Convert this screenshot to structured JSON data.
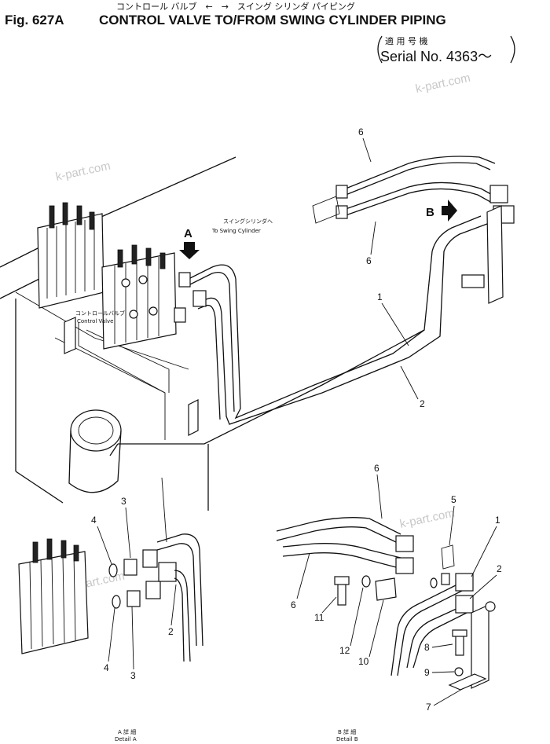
{
  "header": {
    "figure": "Fig. 627A",
    "title": "CONTROL VALVE TO/FROM SWING CYLINDER PIPING",
    "title_jp": "コントロール バルブ　←　→　スイング シリンダ パイピング",
    "serial_jp": "適 用 号 機",
    "serial": "Serial No. 4363～"
  },
  "watermark": "k-part.com",
  "labels": {
    "swing_jp": "スイングシリンダへ",
    "swing_en": "To Swing  Cylinder",
    "cv_jp": "コントロールバルブ",
    "cv_en": "Control  Valve",
    "arrow_a": "A",
    "arrow_b": "B",
    "detail_a_jp": "A 詳 細",
    "detail_a_en": "Detail  A",
    "detail_b_jp": "B 詳 細",
    "detail_b_en": "Detail  B"
  },
  "callouts": {
    "c6a": "6",
    "c6b": "6",
    "c1a": "1",
    "c2a": "2",
    "c3a": "3",
    "c3b": "3",
    "c4a": "4",
    "c4b": "4",
    "c2b": "2",
    "c6c": "6",
    "c6d": "6",
    "c5": "5",
    "c1b": "1",
    "c2c": "2",
    "c11": "11",
    "c12": "12",
    "c10": "10",
    "c8": "8",
    "c9": "9",
    "c7": "7"
  }
}
